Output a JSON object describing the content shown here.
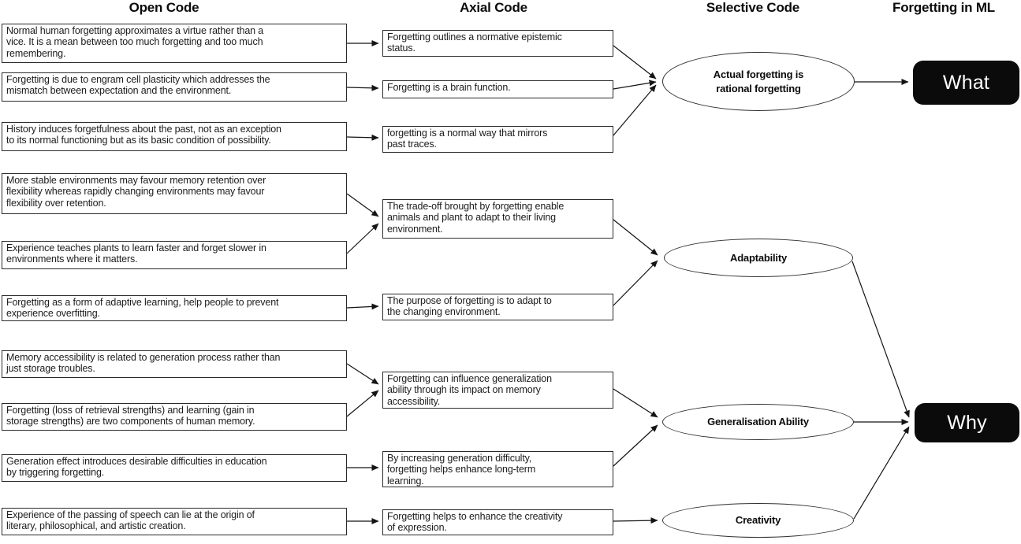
{
  "headers": {
    "open": "Open Code",
    "axial": "Axial Code",
    "selective": "Selective Code",
    "ml": "Forgetting in ML"
  },
  "open_codes": [
    {
      "text": "Normal human forgetting approximates a virtue rather than a\nvice. It is a mean between too much forgetting and too much\nremembering."
    },
    {
      "text": "Forgetting is due to engram cell plasticity which addresses the\nmismatch between expectation and the environment."
    },
    {
      "text": "History induces forgetfulness about the past, not as an exception\nto its normal functioning but as its basic condition of possibility."
    },
    {
      "text": "More stable environments may favour memory retention over\nflexibility whereas rapidly changing environments may favour\nflexibility over retention."
    },
    {
      "text": "Experience teaches plants to learn faster and forget slower in\nenvironments where it matters."
    },
    {
      "text": "Forgetting as a form of adaptive learning, help people to prevent\nexperience overfitting."
    },
    {
      "text": "Memory accessibility is related to generation process rather than\njust storage troubles."
    },
    {
      "text": "Forgetting (loss of retrieval strengths) and learning (gain in\nstorage strengths) are two components of human memory."
    },
    {
      "text": "Generation effect introduces desirable difficulties in education\nby triggering forgetting."
    },
    {
      "text": "Experience of the passing of speech can lie at the origin of\nliterary, philosophical, and artistic creation."
    }
  ],
  "axial_codes": [
    {
      "text": "Forgetting outlines a normative epistemic\nstatus."
    },
    {
      "text": "Forgetting is a brain function."
    },
    {
      "text": "forgetting is a normal way that mirrors\npast traces."
    },
    {
      "text": "The trade-off brought by forgetting enable\nanimals and plant to adapt to their living\nenvironment."
    },
    {
      "text": "The purpose of forgetting is to adapt to\nthe changing environment."
    },
    {
      "text": "Forgetting can influence generalization\nability through its impact on memory\naccessibility."
    },
    {
      "text": "By increasing generation difficulty,\nforgetting helps enhance long-term\nlearning."
    },
    {
      "text": "Forgetting helps to enhance the creativity\nof expression."
    }
  ],
  "selective_codes": [
    {
      "label": "Actual forgetting is\nrational forgetting"
    },
    {
      "label": "Adaptability"
    },
    {
      "label": "Generalisation Ability"
    },
    {
      "label": "Creativity"
    }
  ],
  "ml_nodes": [
    {
      "label": "What"
    },
    {
      "label": "Why"
    }
  ],
  "colors": {
    "background": "#ffffff",
    "box_border": "#2b2b2b",
    "line": "#141414",
    "ml_node_fill": "#0b0b0b",
    "ml_node_text": "#ffffff"
  }
}
